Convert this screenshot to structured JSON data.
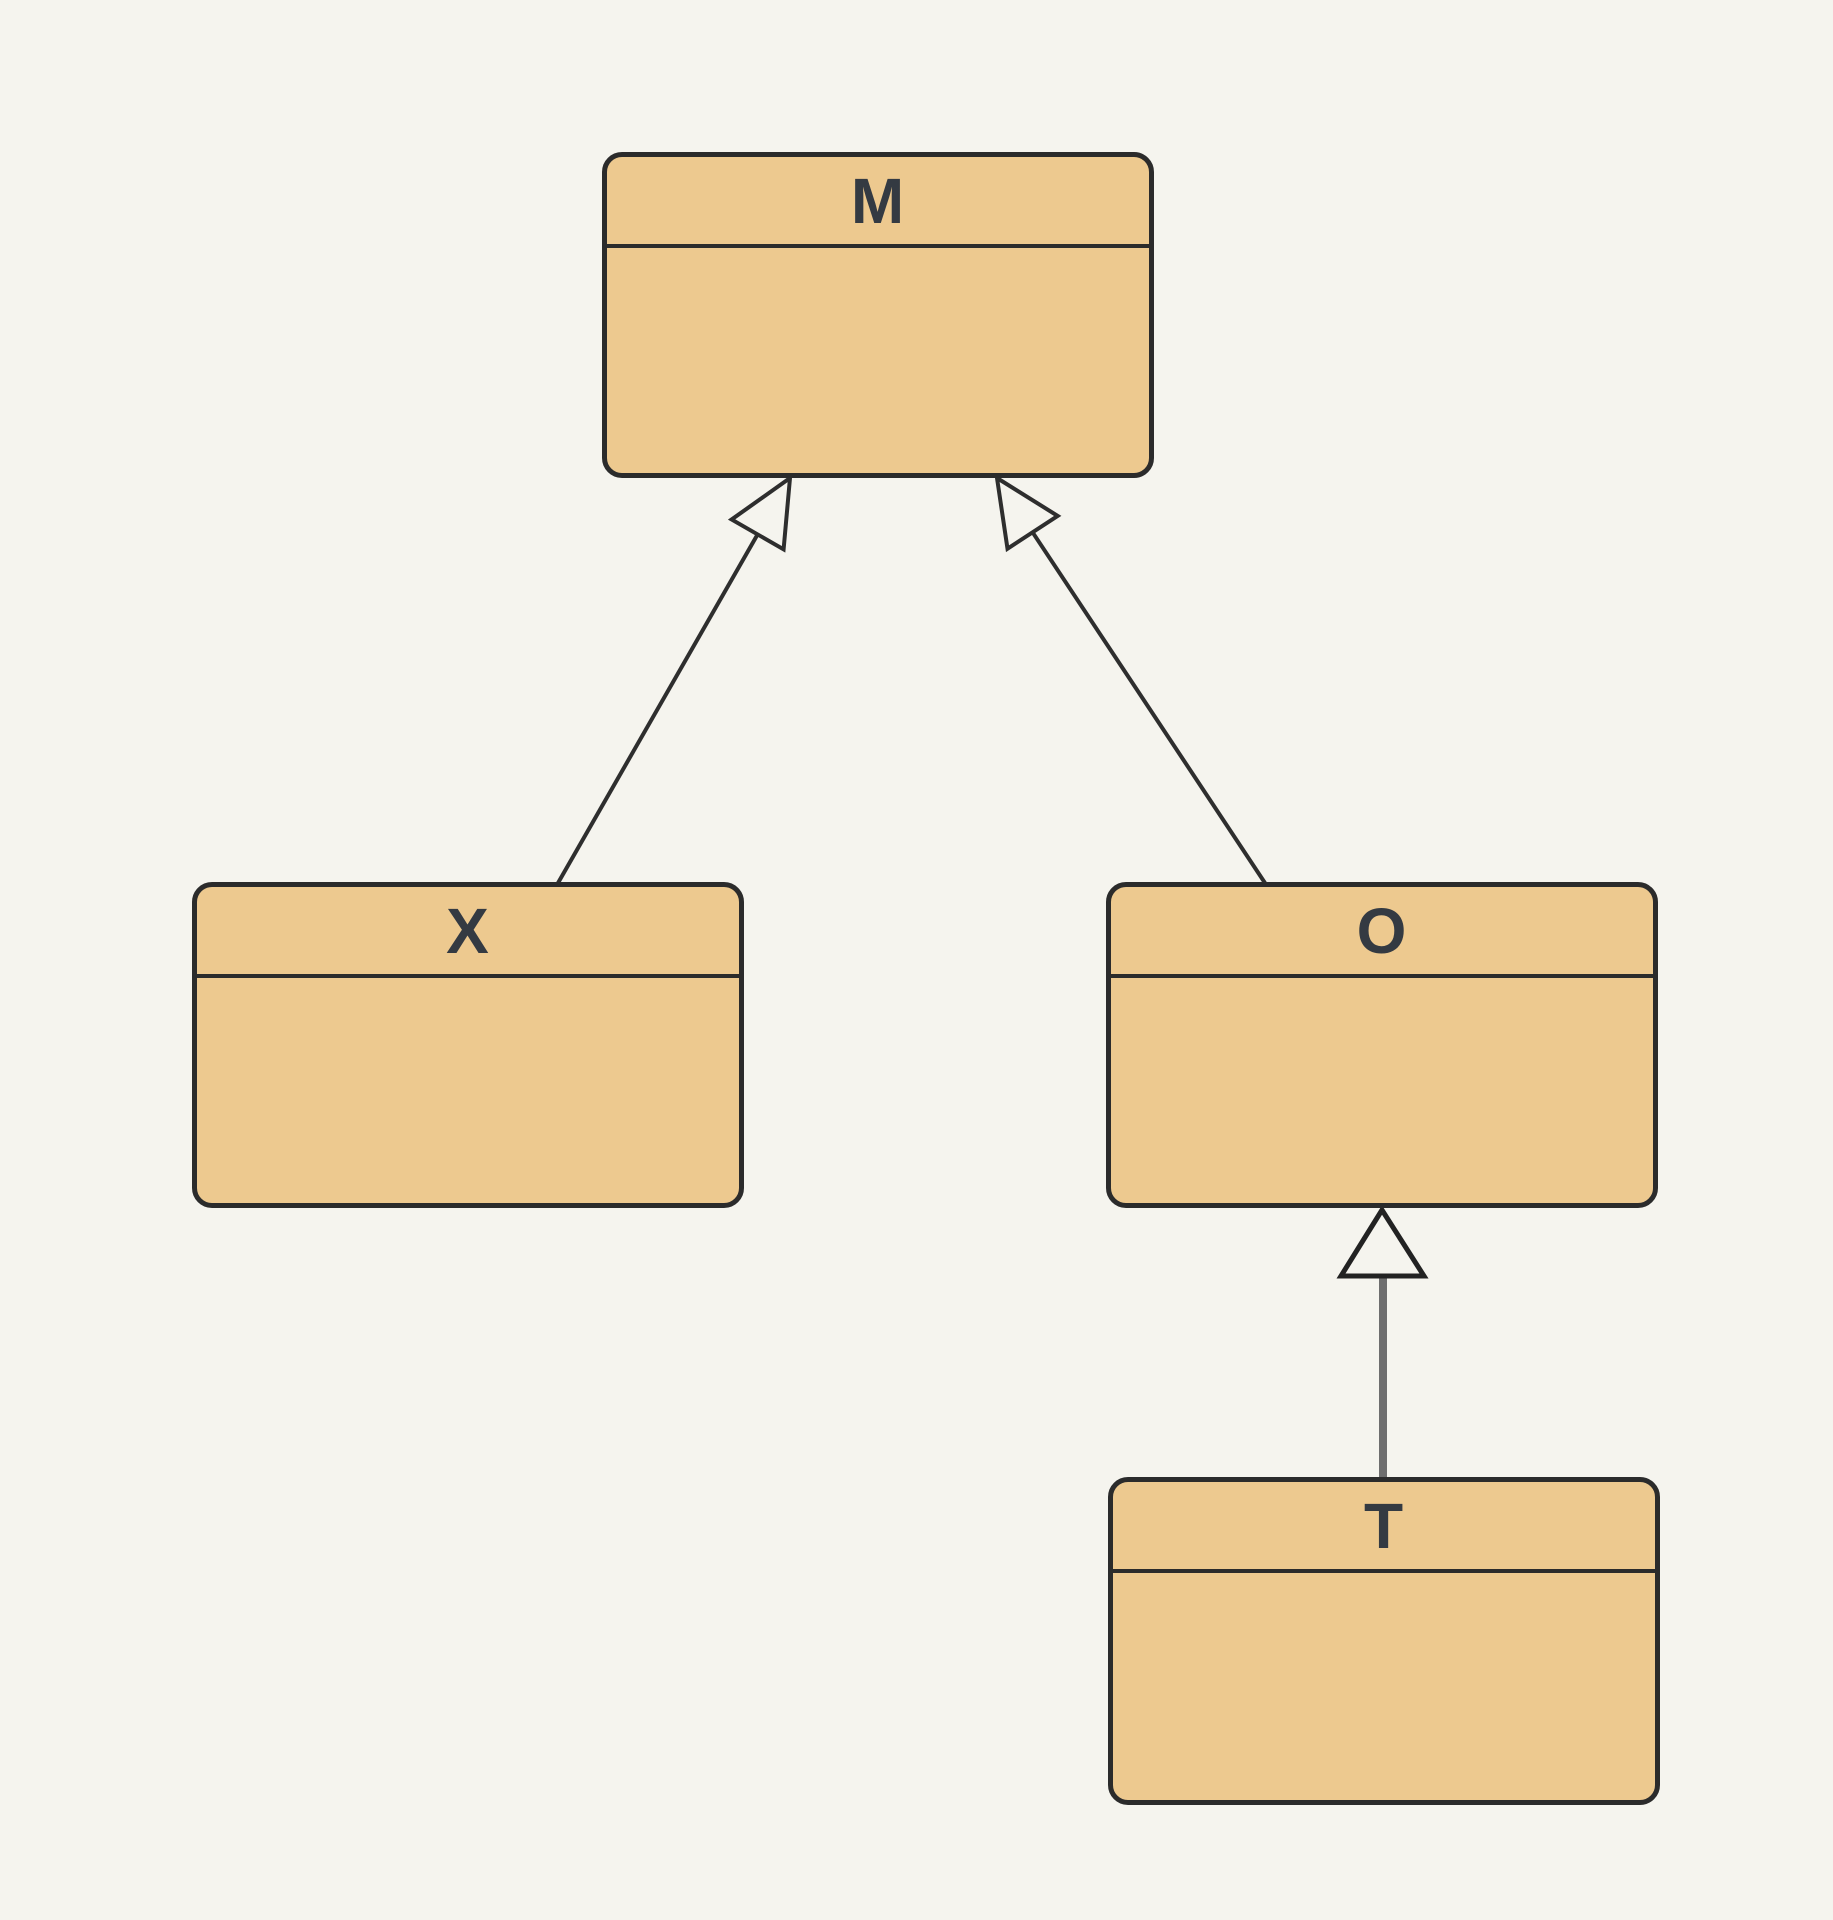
{
  "diagram": {
    "kind": "uml-class-diagram",
    "palette": {
      "background": "#f5f4ee",
      "node_fill": "#edc98f",
      "node_border": "#2b2b2b",
      "title_color": "#343a42",
      "edge_color": "#2e2e2e",
      "generalization_edge_thick_color": "#6e6e6e",
      "arrowhead_fill": "#f5f4ee"
    }
  },
  "nodes": [
    {
      "id": "M",
      "title": "M"
    },
    {
      "id": "X",
      "title": "X"
    },
    {
      "id": "O",
      "title": "O"
    },
    {
      "id": "T",
      "title": "T"
    }
  ],
  "edges": [
    {
      "from": "X",
      "to": "M",
      "relation": "generalization"
    },
    {
      "from": "O",
      "to": "M",
      "relation": "generalization"
    },
    {
      "from": "T",
      "to": "O",
      "relation": "generalization"
    }
  ]
}
